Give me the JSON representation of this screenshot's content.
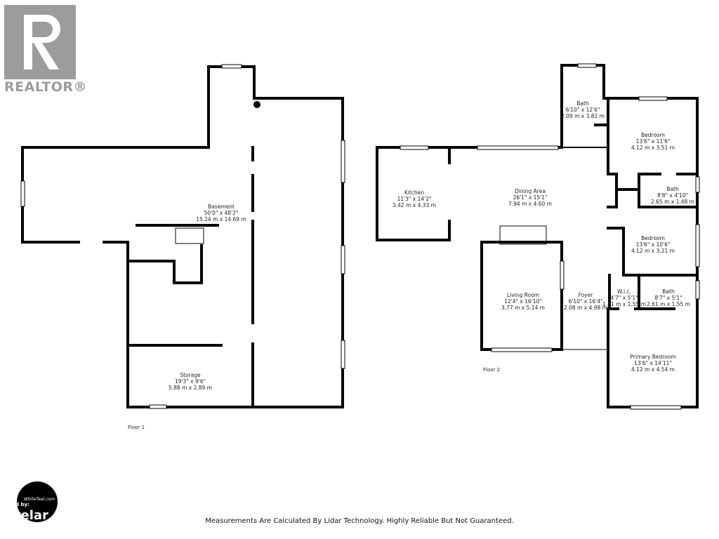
{
  "branding": {
    "realtor_logo": "REALTOR®",
    "badge_by": "d by:",
    "badge_signature": "WhiteTeal.com",
    "badge_brand": "kelar"
  },
  "floor1": {
    "label": "Floor 1",
    "rooms": [
      {
        "name": "Basement",
        "imperial": "50'0\" x 48'2\"",
        "metric": "15.24 m x 14.69 m"
      },
      {
        "name": "Storage",
        "imperial": "19'3\" x 9'6\"",
        "metric": "5.88 m x 2.89 m"
      }
    ]
  },
  "floor2": {
    "label": "Floor 2",
    "rooms": [
      {
        "name": "Bath",
        "imperial": "6'10\" x 12'6\"",
        "metric": "2.09 m x 3.82 m"
      },
      {
        "name": "Bedroom",
        "imperial": "13'6\" x 11'6\"",
        "metric": "4.12 m x 3.51 m"
      },
      {
        "name": "Kitchen",
        "imperial": "11'3\" x 14'2\"",
        "metric": "3.42 m x 4.33 m"
      },
      {
        "name": "Dining Area",
        "imperial": "26'1\" x 15'1\"",
        "metric": "7.94 m x 4.60 m"
      },
      {
        "name": "Bath",
        "imperial": "8'8\" x 4'10\"",
        "metric": "2.65 m x 1.48 m"
      },
      {
        "name": "Bedroom",
        "imperial": "13'6\" x 10'6\"",
        "metric": "4.12 m x 3.21 m"
      },
      {
        "name": "Living Room",
        "imperial": "12'4\" x 16'10\"",
        "metric": "3.77 m x 5.14 m"
      },
      {
        "name": "Foyer",
        "imperial": "6'10\" x 16'4\"",
        "metric": "2.08 m x 4.98 m"
      },
      {
        "name": "W.i.c.",
        "imperial": "4'7\" x 5'1\"",
        "metric": "1.41 m x 1.55 m"
      },
      {
        "name": "Bath",
        "imperial": "8'7\" x 5'1\"",
        "metric": "2.61 m x 1.55 m"
      },
      {
        "name": "Primary Bedroom",
        "imperial": "13'6\" x 14'11\"",
        "metric": "4.12 m x 4.54 m"
      }
    ]
  },
  "footer": "Measurements Are Calculated By Lidar Technology. Highly Reliable But Not Guaranteed."
}
